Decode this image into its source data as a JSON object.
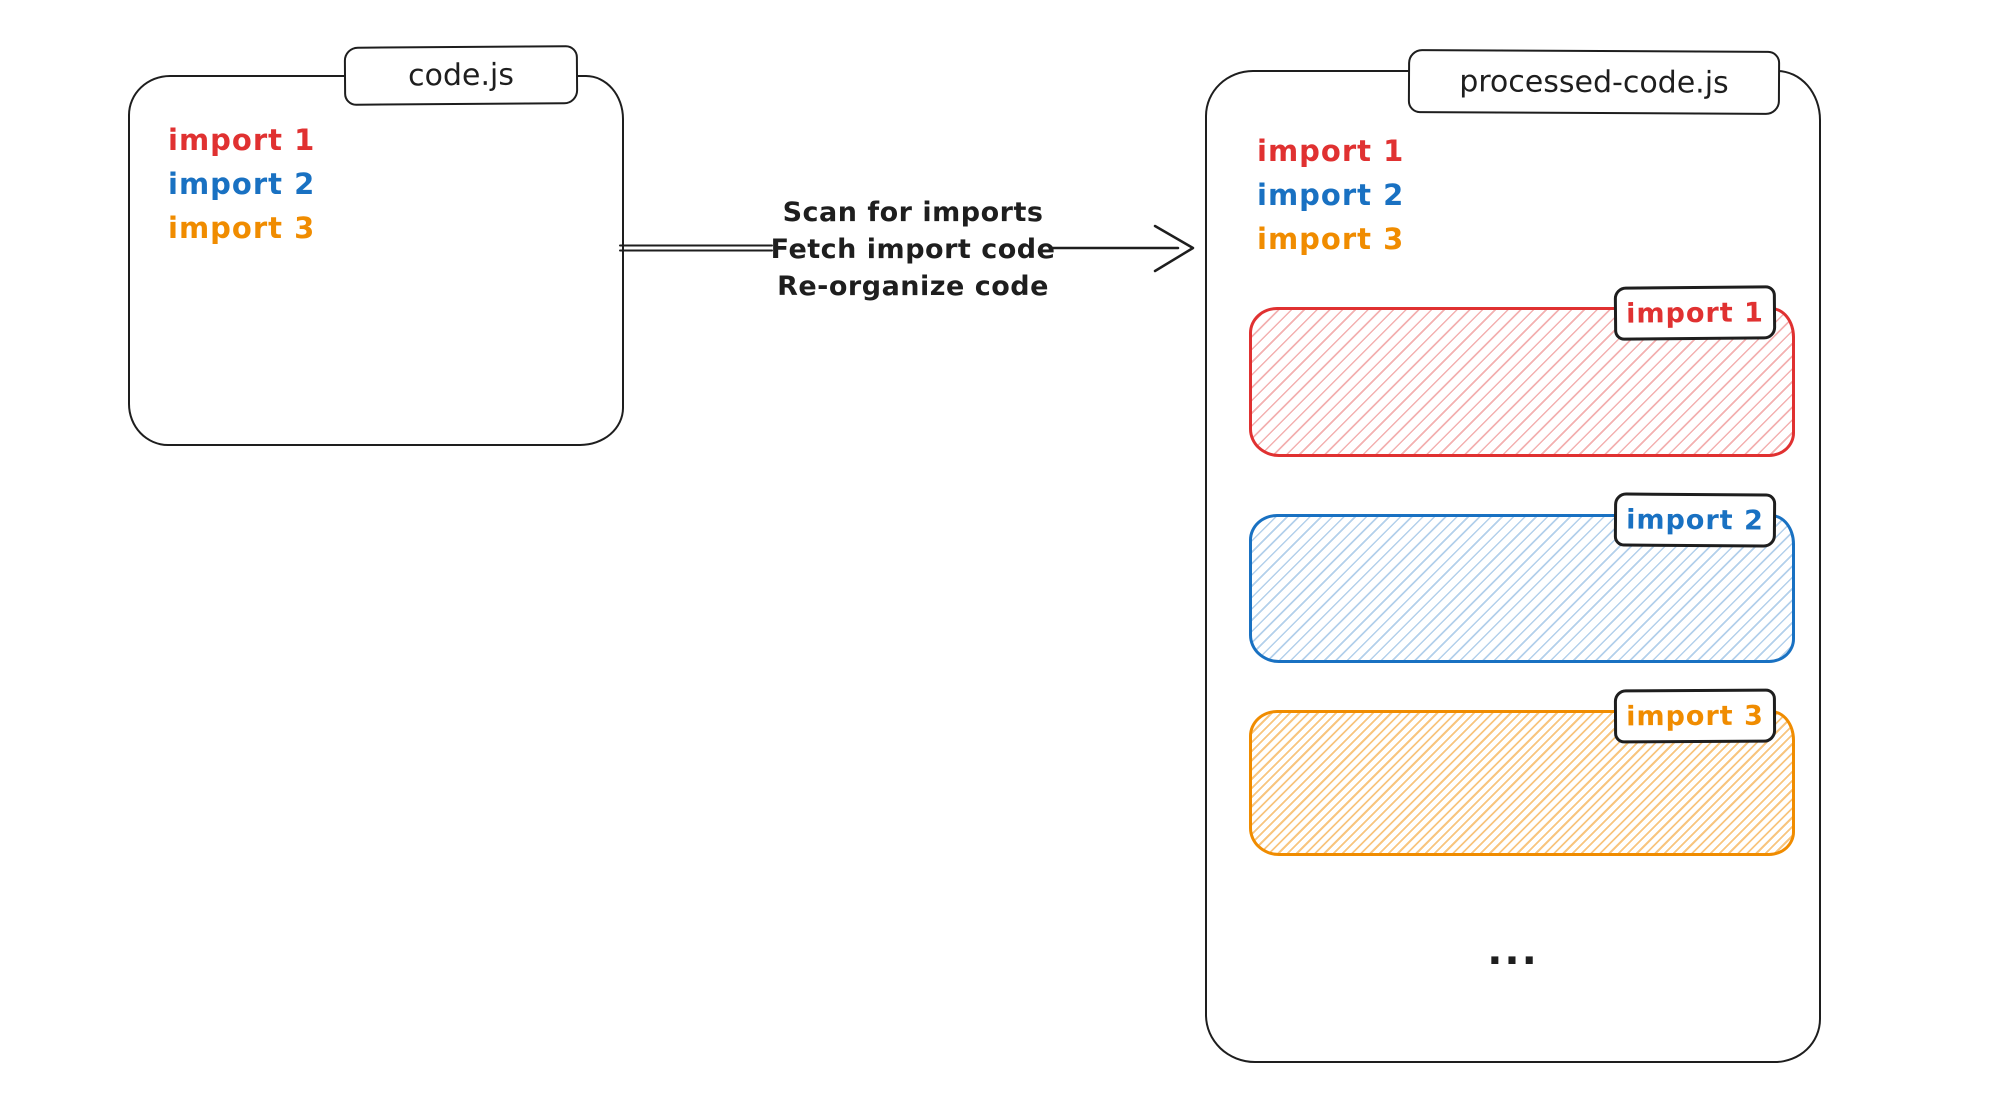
{
  "colors": {
    "stroke": "#1e1e1e",
    "red": "#e03131",
    "blue": "#1971c2",
    "orange": "#f08c00",
    "background": "#ffffff"
  },
  "source_file": {
    "tab_label": "code.js",
    "imports": [
      {
        "label": "import 1",
        "color": "#e03131"
      },
      {
        "label": "import 2",
        "color": "#1971c2"
      },
      {
        "label": "import 3",
        "color": "#f08c00"
      }
    ]
  },
  "process_arrow": {
    "labels": [
      "Scan for imports",
      "Fetch import code",
      "Re-organize code"
    ]
  },
  "output_file": {
    "tab_label": "processed-code.js",
    "imports": [
      {
        "label": "import 1",
        "color": "#e03131"
      },
      {
        "label": "import 2",
        "color": "#1971c2"
      },
      {
        "label": "import 3",
        "color": "#f08c00"
      }
    ],
    "code_blocks": [
      {
        "label": "import 1",
        "color": "#e03131"
      },
      {
        "label": "import 2",
        "color": "#1971c2"
      },
      {
        "label": "import 3",
        "color": "#f08c00"
      }
    ],
    "more_indicator": "..."
  }
}
